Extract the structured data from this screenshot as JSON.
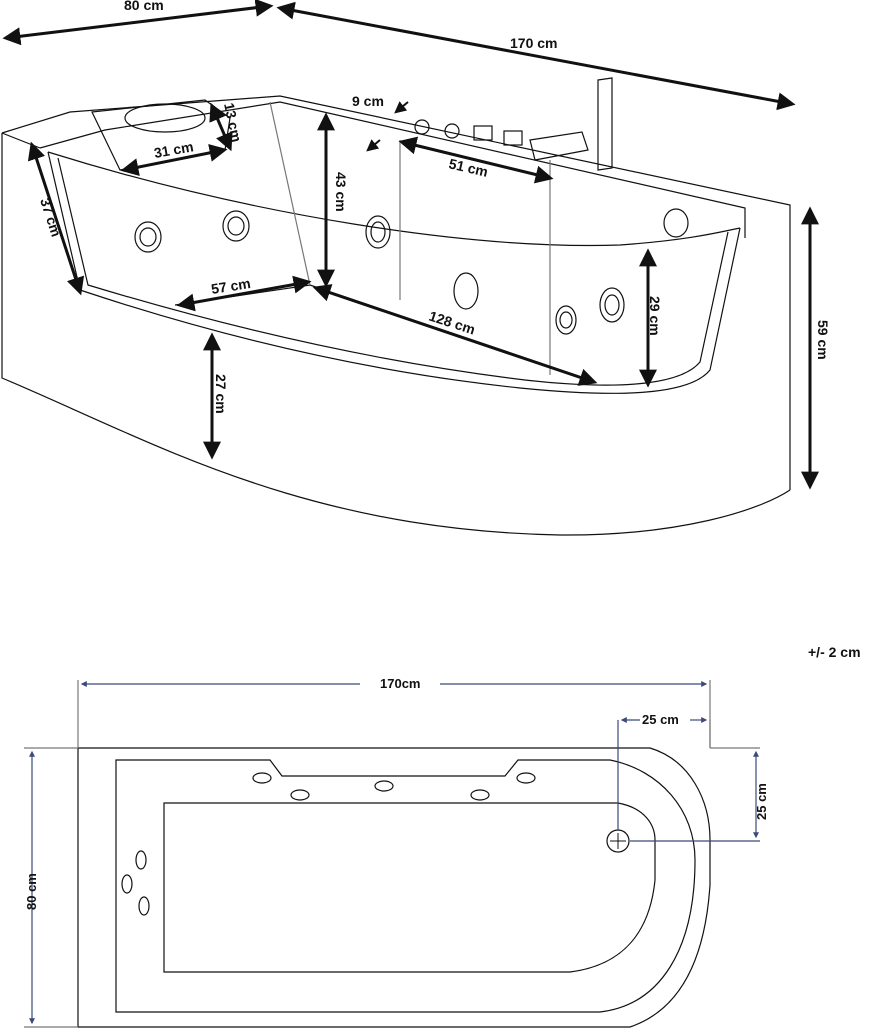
{
  "dimensions": {
    "width_80": "80 cm",
    "length_170": "170 cm",
    "tap_9": "9 cm",
    "headrest_13": "13 cm",
    "headrest_31": "31 cm",
    "deck_51": "51 cm",
    "depth_43": "43 cm",
    "side_37": "37 cm",
    "bottom_57": "57 cm",
    "bottom_128": "128 cm",
    "inner_29": "29 cm",
    "height_59": "59 cm",
    "base_27": "27 cm"
  },
  "plan": {
    "length": "170cm",
    "width": "80 cm",
    "drain_x": "25 cm",
    "drain_y": "25 cm"
  },
  "tolerance": "+/- 2 cm",
  "colors": {
    "line": "#111111",
    "dimension_blue": "#3a4a7a",
    "grey_line": "#777777"
  }
}
